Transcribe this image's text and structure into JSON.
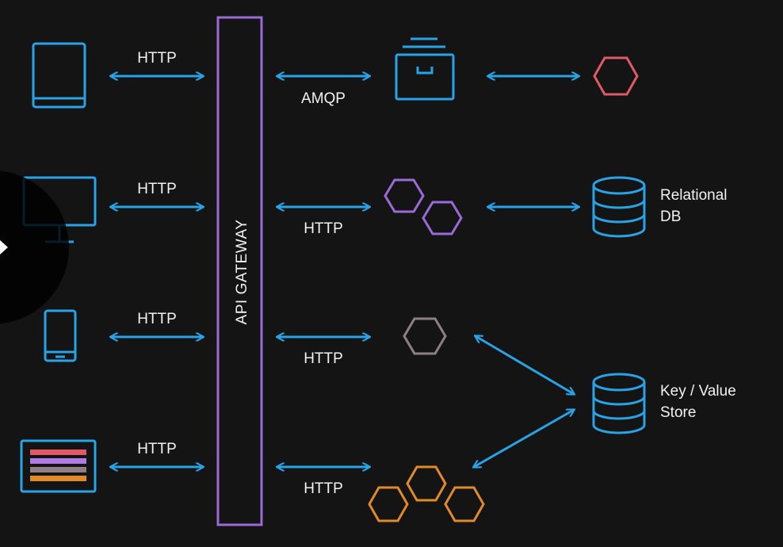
{
  "gateway": {
    "label": "API GATEWAY"
  },
  "clients": [
    {
      "icon": "tablet-icon",
      "protocol": "HTTP"
    },
    {
      "icon": "desktop-monitor-icon",
      "protocol": "HTTP"
    },
    {
      "icon": "smartphone-icon",
      "protocol": "HTTP"
    },
    {
      "icon": "web-app-icon",
      "protocol": "HTTP"
    }
  ],
  "services": [
    {
      "icon": "message-queue-icon",
      "protocol": "AMQP"
    },
    {
      "icon": "service-pair-icon",
      "protocol": "HTTP"
    },
    {
      "icon": "service-single-icon",
      "protocol": "HTTP"
    },
    {
      "icon": "service-cluster-icon",
      "protocol": "HTTP"
    }
  ],
  "backends": {
    "queue_consumer": {
      "icon": "hexagon-icon"
    },
    "relational_db": {
      "label_line1": "Relational",
      "label_line2": "DB"
    },
    "kv_store": {
      "label_line1": "Key / Value",
      "label_line2": "Store"
    }
  },
  "overlay": {
    "icon": "play-icon"
  },
  "colors": {
    "background": "#141414",
    "arrow": "#29a3e6",
    "icon": "#29a3e6",
    "gateway_border": "#9b6ad9",
    "queue_hexagon": "#e05a66",
    "service_pair": "#9b6ad9",
    "service_single": "#8f7f84",
    "service_cluster": "#e08a2a",
    "text": "#f2f2f2"
  }
}
